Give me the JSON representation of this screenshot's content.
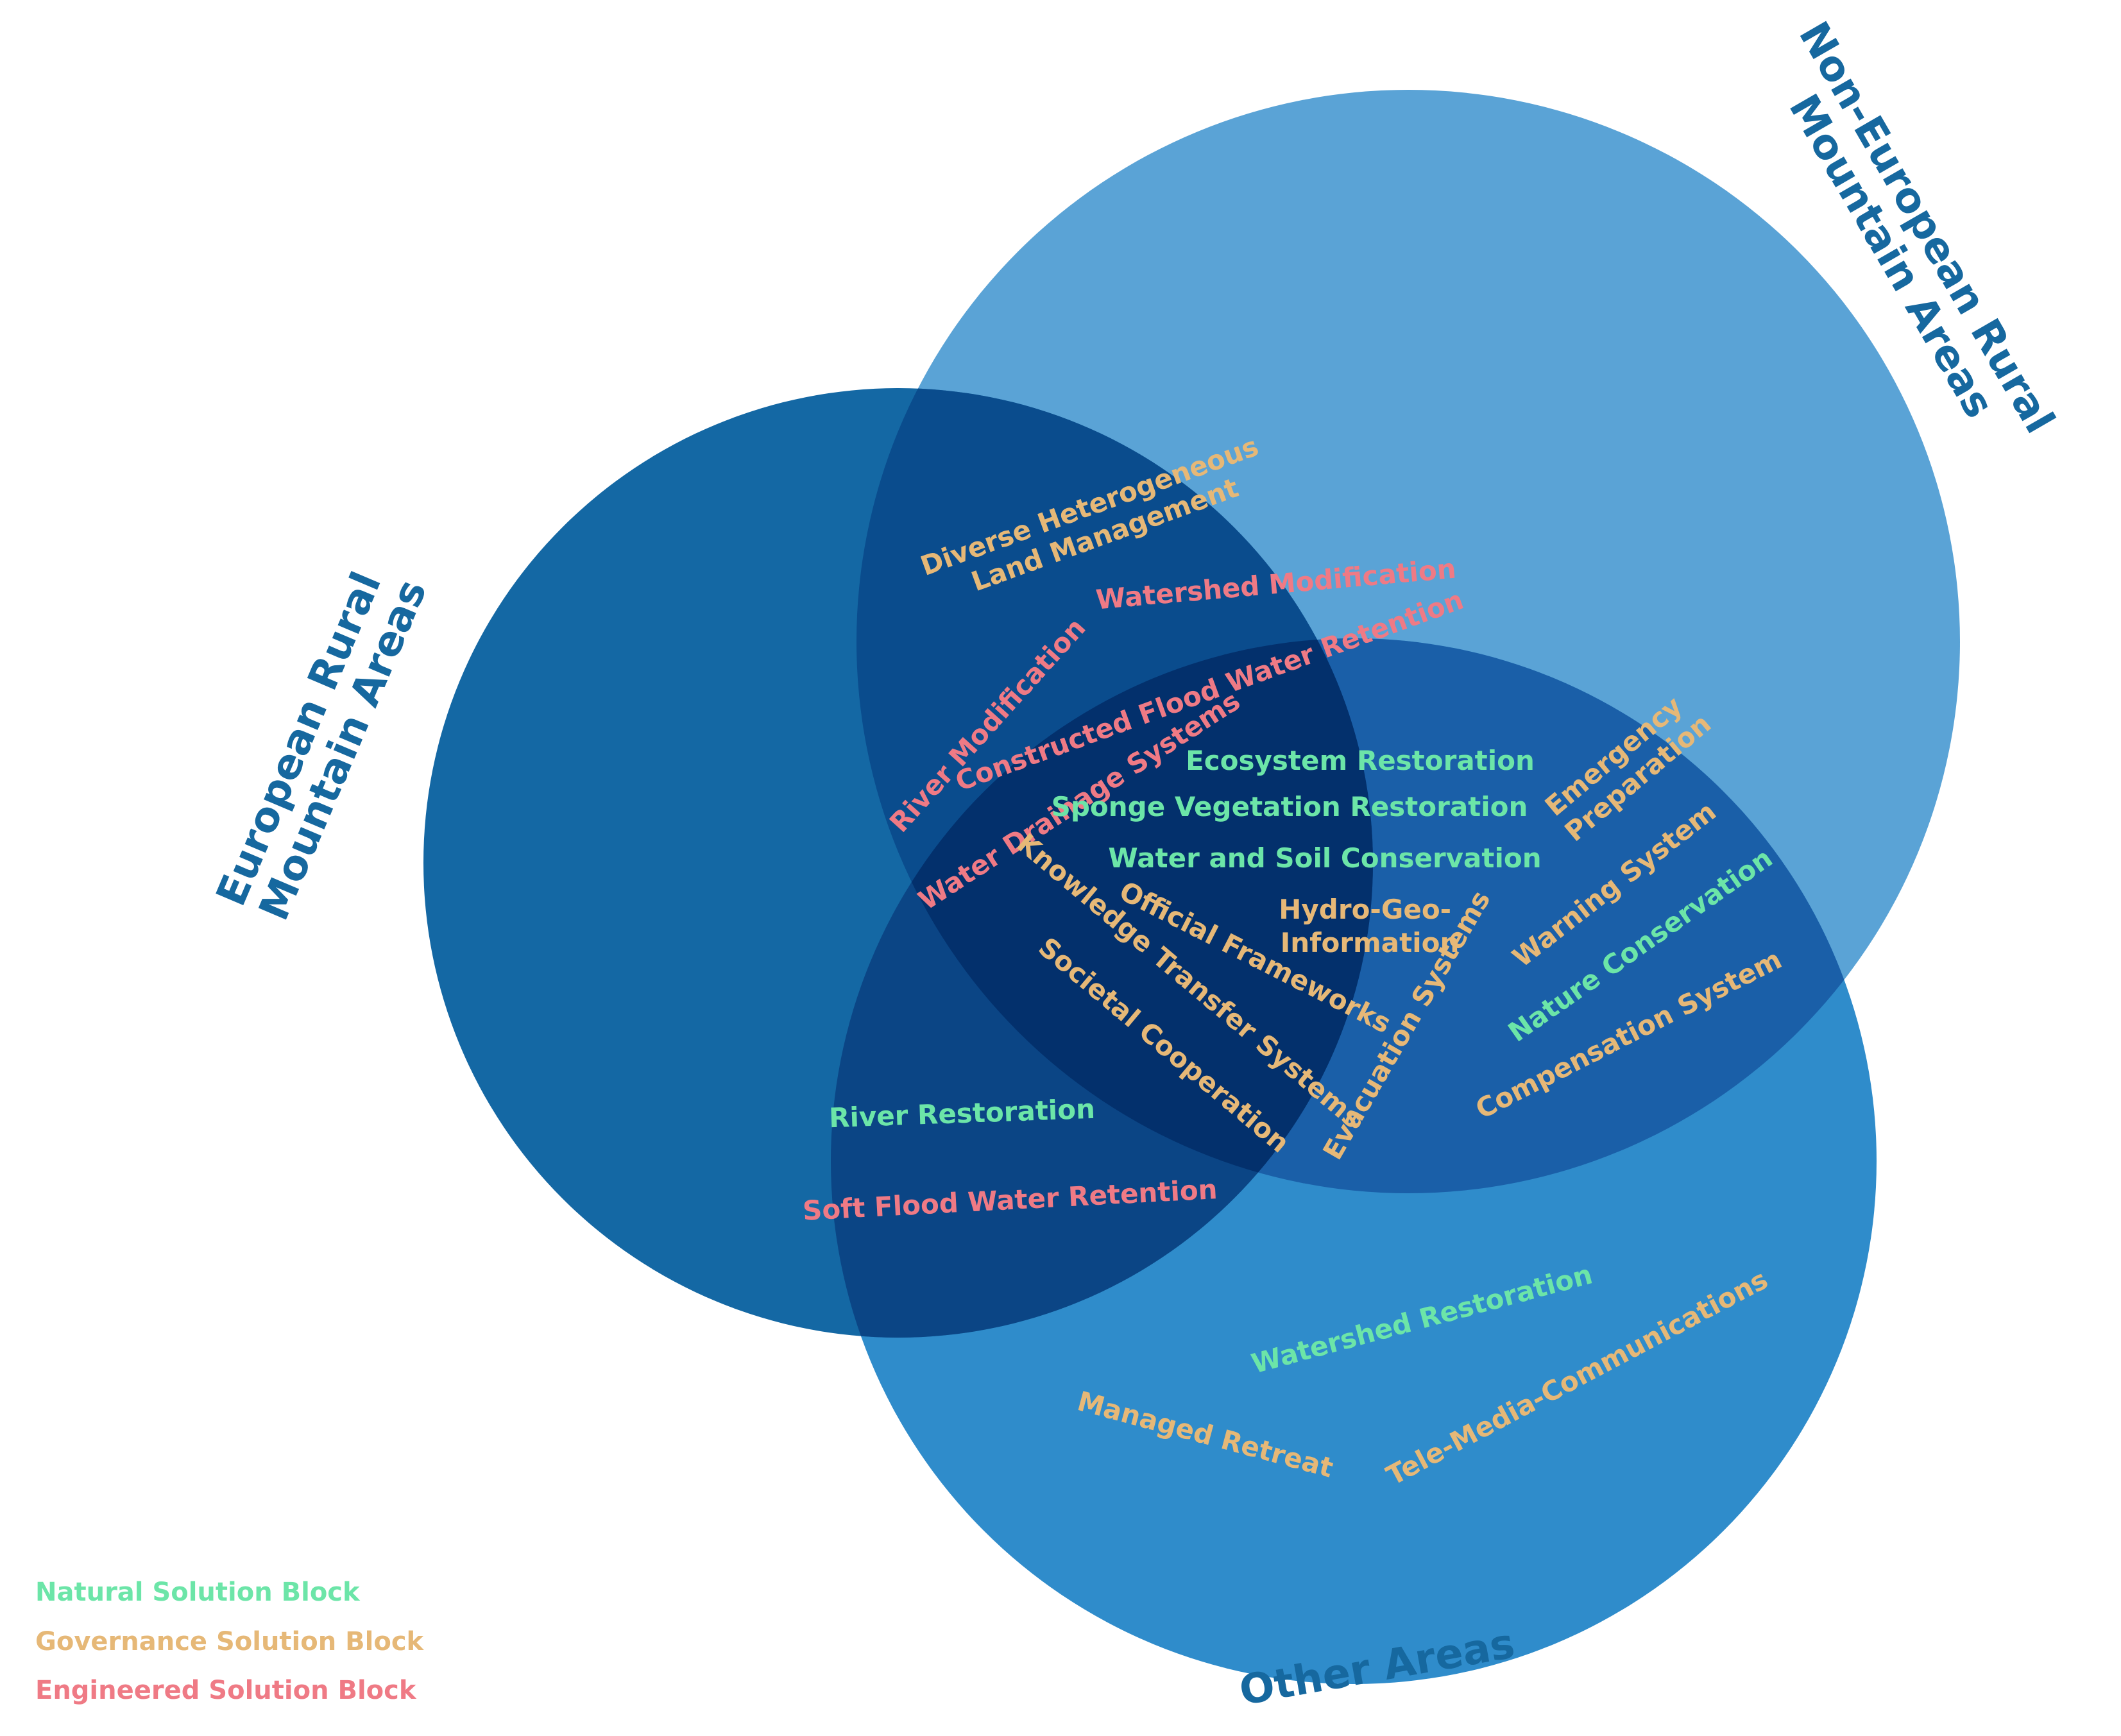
{
  "colors": {
    "natural": "#6ce5a8",
    "governance": "#e6b877",
    "engineered": "#ef7a85",
    "label": "#16689f",
    "european_circle": "#1468a4",
    "non_european_circle": "#5aa3d6",
    "other_circle": "#2f8ccb",
    "core": "#03306c"
  },
  "sets": {
    "european": {
      "line1": "European Rural",
      "line2": "Mountain Areas"
    },
    "non_european": {
      "line1": "Non-European Rural",
      "line2": "Mountain Areas"
    },
    "other": {
      "line1": "Other Areas"
    }
  },
  "items": {
    "diverse_land_1": "Diverse Heterogeneous",
    "diverse_land_2": "Land Management",
    "watershed_modification": "Watershed Modification",
    "river_modification": "River Modification",
    "constructed_flood": "Constructed Flood Water Retention",
    "water_drainage": "Water Drainage Systems",
    "ecosystem_restoration": "Ecosystem Restoration",
    "sponge_vegetation": "Sponge Vegetation Restoration",
    "water_soil": "Water and Soil Conservation",
    "hydro_geo_1": "Hydro-Geo-",
    "hydro_geo_2": "Information",
    "official_frameworks": "Official Frameworks",
    "knowledge_transfer": "Knowledge Transfer Systems",
    "societal_cooperation": "Societal Cooperation",
    "evacuation_systems": "Evacuation Systems",
    "emergency_1": "Emergency",
    "emergency_2": "Preparation",
    "warning_system": "Warning System",
    "nature_conservation": "Nature Conservation",
    "compensation_system": "Compensation System",
    "river_restoration": "River Restoration",
    "soft_flood": "Soft Flood Water Retention",
    "watershed_restoration": "Watershed Restoration",
    "managed_retreat": "Managed Retreat",
    "tele_media": "Tele-Media-Communications"
  },
  "legend": {
    "natural": "Natural Solution Block",
    "governance": "Governance Solution Block",
    "engineered": "Engineered Solution Block"
  }
}
